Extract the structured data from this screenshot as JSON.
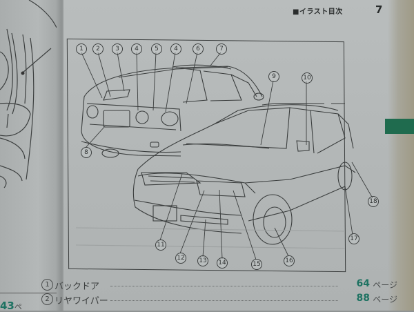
{
  "header": {
    "section_title": "■イラスト目次",
    "page_number": "7"
  },
  "left_page": {
    "page_ref": "43",
    "page_suffix": "ペ"
  },
  "illustration": {
    "callouts_rear_vehicle": [
      "1",
      "2",
      "3",
      "4",
      "5",
      "4",
      "6",
      "7",
      "8"
    ],
    "callouts_front_vehicle": [
      "9",
      "10",
      "11",
      "12",
      "13",
      "14",
      "15",
      "16",
      "17",
      "18"
    ]
  },
  "index": {
    "items": [
      {
        "num": "1",
        "label": "バックドア",
        "page": "64",
        "suffix": "ページ"
      },
      {
        "num": "2",
        "label": "リヤワイパー",
        "page": "88",
        "suffix": "ページ"
      }
    ]
  },
  "colors": {
    "accent_green": "#1f6b4e",
    "page_ref_green": "#1e7262"
  }
}
